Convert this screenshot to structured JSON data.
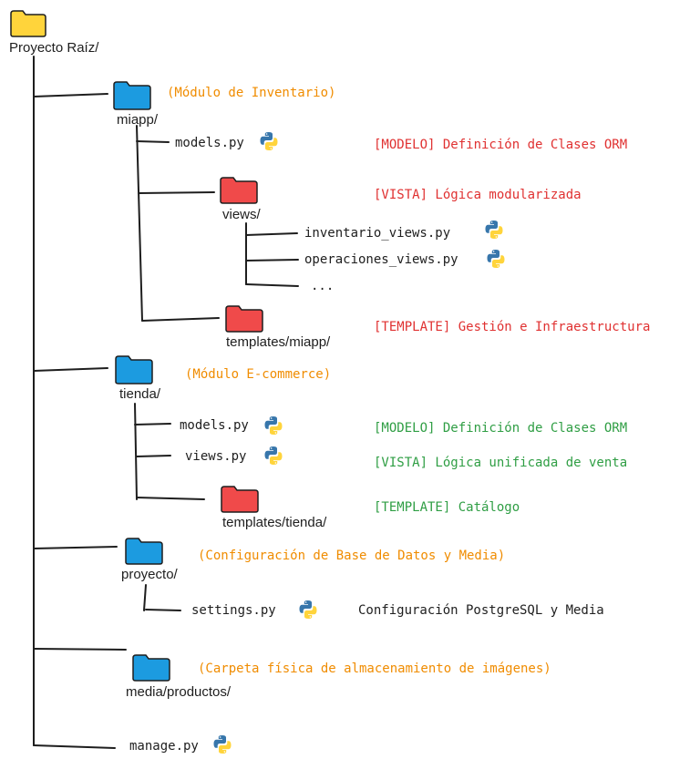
{
  "colors": {
    "root_folder": "#ffd43b",
    "module_folder": "#1c9be0",
    "template_folder": "#f04a4a",
    "line": "#1e1e1e",
    "note_orange": "#f08c00",
    "note_red": "#e03131",
    "note_green": "#2f9e44"
  },
  "root": {
    "label": "Proyecto Raíz/"
  },
  "miapp": {
    "label": "miapp/",
    "note": "(Módulo de Inventario)",
    "models": {
      "label": "models.py",
      "note": "[MODELO] Definición de Clases ORM"
    },
    "views": {
      "label": "views/",
      "note": "[VISTA] Lógica modularizada",
      "files": [
        "inventario_views.py",
        "operaciones_views.py",
        "..."
      ]
    },
    "templates": {
      "label": "templates/miapp/",
      "note": "[TEMPLATE] Gestión e Infraestructura"
    }
  },
  "tienda": {
    "label": "tienda/",
    "note": "(Módulo E-commerce)",
    "models": {
      "label": "models.py",
      "note": "[MODELO] Definición de Clases ORM"
    },
    "views": {
      "label": "views.py",
      "note": "[VISTA] Lógica unificada de venta"
    },
    "templates": {
      "label": "templates/tienda/",
      "note": "[TEMPLATE] Catálogo"
    }
  },
  "proyecto": {
    "label": "proyecto/",
    "note": "(Configuración de Base de Datos y Media)",
    "settings": {
      "label": "settings.py",
      "note": "Configuración PostgreSQL y Media"
    }
  },
  "media": {
    "label": "media/productos/",
    "note": "(Carpeta física de almacenamiento de imágenes)"
  },
  "manage": {
    "label": "manage.py"
  }
}
